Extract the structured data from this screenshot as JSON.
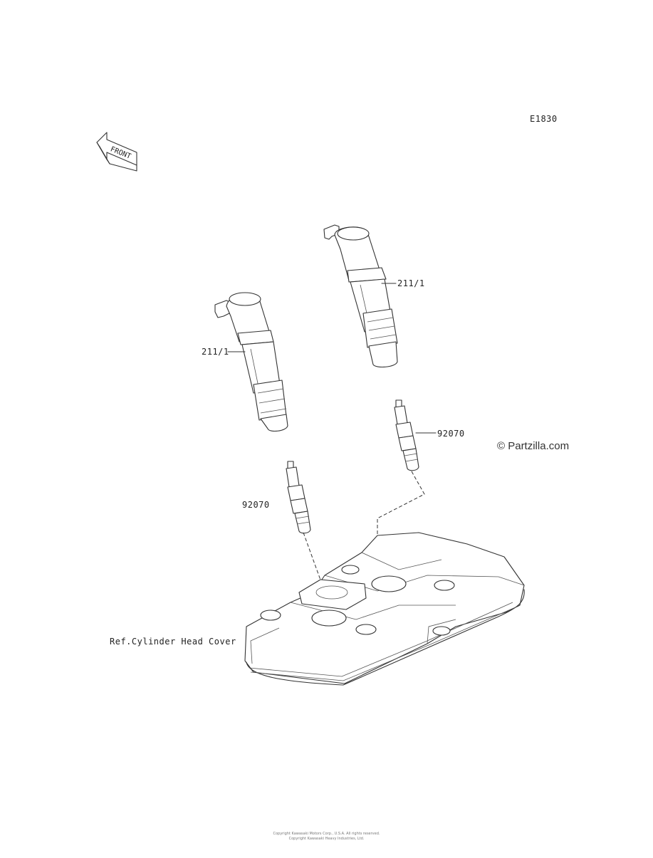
{
  "diagram": {
    "code": "E1830",
    "front_arrow_text": "FRONT",
    "watermark": "© Partzilla.com",
    "labels": {
      "coil_upper": "211/1",
      "coil_lower": "211/1",
      "plug_right": "92070",
      "plug_left": "92070",
      "ref_cover": "Ref.Cylinder Head Cover"
    },
    "footer_line1": "Copyright Kawasaki Motors Corp., U.S.A. All rights reserved.",
    "footer_line2": "Copyright Kawasaki Heavy Industries, Ltd."
  }
}
